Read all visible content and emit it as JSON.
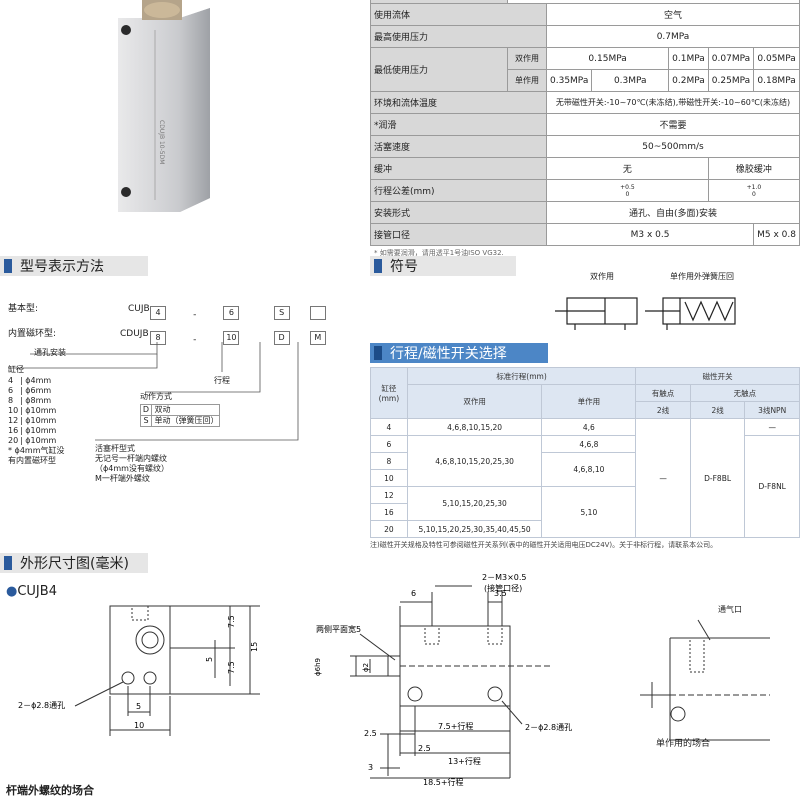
{
  "spec_table": {
    "rows": [
      {
        "label": "使用流体",
        "value": "空气"
      },
      {
        "label": "最高使用压力",
        "value": "0.7MPa"
      },
      {
        "label": "最低使用压力",
        "double": {
          "label": "双作用",
          "v1": "0.15MPa",
          "v2": "0.1MPa",
          "v3": "0.07MPa",
          "v4": "0.05MPa"
        },
        "single": {
          "label": "单作用",
          "v1": "0.35MPa",
          "v2": "0.3MPa",
          "v3": "0.2MPa",
          "v4": "0.25MPa",
          "v5": "0.18MPa"
        }
      },
      {
        "label": "环境和流体温度",
        "value": "无带磁性开关:-10~70℃(未冻结),带磁性开关:-10~60℃(未冻结)"
      },
      {
        "label": "*润滑",
        "value": "不需要"
      },
      {
        "label": "活塞速度",
        "value": "50~500mm/s"
      },
      {
        "label": "缓冲",
        "v1": "无",
        "v2": "橡胶缓冲"
      },
      {
        "label": "行程公差(mm)",
        "v1_top": "+0.5",
        "v1_bot": "0",
        "v2_top": "+1.0",
        "v2_bot": "0"
      },
      {
        "label": "安装形式",
        "value": "通孔、自由(多面)安装"
      },
      {
        "label": "接管口径",
        "v1": "M3 x 0.5",
        "v2": "M5 x 0.8"
      }
    ],
    "footnote": "* 如需要润滑，请用透平1号油ISO VG32."
  },
  "sections": {
    "model": "型号表示方法",
    "symbol": "符号",
    "stroke": "行程/磁性开关选择",
    "dims": "外形尺寸图(毫米)"
  },
  "model": {
    "basic_label": "基本型:",
    "basic_code": "CUJB",
    "basic_boxes": [
      "4",
      "6",
      "S",
      ""
    ],
    "magnet_label": "内置磁环型:",
    "magnet_code": "CDUJB",
    "magnet_boxes": [
      "8",
      "10",
      "D",
      "M"
    ],
    "dash": "-",
    "through_hole": "通孔安装",
    "bore_title": "缸径",
    "bores": [
      {
        "n": "4",
        "d": "ϕ4mm"
      },
      {
        "n": "6",
        "d": "ϕ6mm"
      },
      {
        "n": "8",
        "d": "ϕ8mm"
      },
      {
        "n": "10",
        "d": "ϕ10mm"
      },
      {
        "n": "12",
        "d": "ϕ10mm"
      },
      {
        "n": "16",
        "d": "ϕ10mm"
      },
      {
        "n": "20",
        "d": "ϕ10mm"
      }
    ],
    "bore_note1": "* ϕ4mm气缸没",
    "bore_note2": "有内置磁环型",
    "stroke_label": "行程",
    "action_title": "动作方式",
    "actions": [
      {
        "k": "D",
        "v": "双动"
      },
      {
        "k": "S",
        "v": "单动（弹簧压回）"
      }
    ],
    "rod_title": "活塞杆型式",
    "rod_lines": [
      "无记号一杆端内螺纹",
      "（ϕ4mm没有螺纹）",
      "M一杆端外螺纹"
    ]
  },
  "symbol": {
    "double": "双作用",
    "single": "单作用外弹簧压回"
  },
  "stroke_table": {
    "h_bore": "缸径",
    "h_bore2": "(mm)",
    "h_std": "标准行程(mm)",
    "h_double": "双作用",
    "h_single": "单作用",
    "h_switch": "磁性开关",
    "h_contact": "有触点",
    "h_nocontact": "无触点",
    "h_2wire": "2线",
    "h_2wire_b": "2线",
    "h_3wire": "3线NPN",
    "rows": [
      {
        "bore": "4",
        "double": "4,6,8,10,15,20",
        "single": "4,6",
        "npn": "—"
      },
      {
        "bore": "6",
        "double": "",
        "single": "4,6,8"
      },
      {
        "bore": "8",
        "double": "4,6,8,10,15,20,25,30",
        "single": "4,6,8,10"
      },
      {
        "bore": "10",
        "double": "",
        "single": ""
      },
      {
        "bore": "12",
        "double": "5,10,15,20,25,30",
        "single": "5,10"
      },
      {
        "bore": "16",
        "double": "",
        "single": ""
      },
      {
        "bore": "20",
        "double": "5,10,15,20,25,30,35,40,45,50",
        "single": ""
      }
    ],
    "contact": "—",
    "f8bl": "D-F8BL",
    "f8nl": "D-F8NL",
    "note": "注)磁性开关规格及特性可参阅磁性开关系列(表中的磁性开关适用电压DC24V)。关于非标行程，请联系本公司。"
  },
  "dims": {
    "model_title": "CUJB4",
    "front": {
      "d75a": "7.5",
      "d15": "15",
      "d5": "5",
      "d75b": "7.5",
      "holes": "2－ϕ2.8通孔",
      "w5": "5",
      "w10": "10"
    },
    "side": {
      "port": "2－M3×0.5",
      "port2": "(接管口径)",
      "d6": "6",
      "d35": "3.5",
      "flat": "两侧平面宽5",
      "rod": "ϕ6h9",
      "rod2": "ϕ2",
      "holes": "2－ϕ2.8通孔",
      "s75": "7.5+行程",
      "d25a": "2.5",
      "d25b": "2.5",
      "s13": "13+行程",
      "d3": "3",
      "s185": "18.5+行程"
    },
    "single": {
      "vent": "通气口",
      "caption": "单作用的场合"
    },
    "bottom_title": "杆端外螺纹的场合"
  }
}
